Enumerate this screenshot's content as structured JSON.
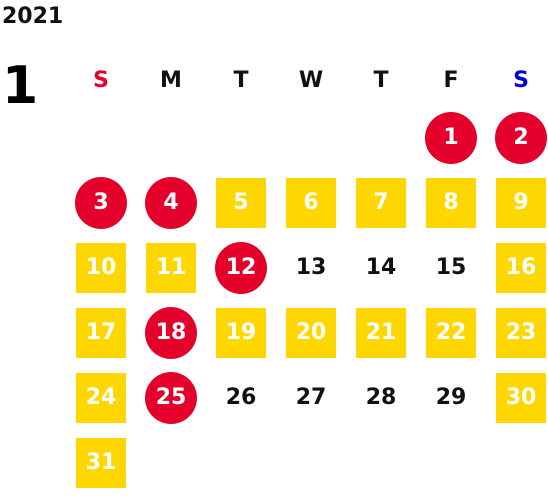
{
  "calendar": {
    "year": "2021",
    "month": "1",
    "weekdays": [
      {
        "label": "S",
        "color": "#e5002b"
      },
      {
        "label": "M",
        "color": "#111111"
      },
      {
        "label": "T",
        "color": "#111111"
      },
      {
        "label": "W",
        "color": "#111111"
      },
      {
        "label": "T",
        "color": "#111111"
      },
      {
        "label": "F",
        "color": "#111111"
      },
      {
        "label": "S",
        "color": "#0000e0"
      }
    ],
    "leading_blanks": 5,
    "days": [
      {
        "day": "1",
        "style": "red"
      },
      {
        "day": "2",
        "style": "red"
      },
      {
        "day": "3",
        "style": "red"
      },
      {
        "day": "4",
        "style": "red"
      },
      {
        "day": "5",
        "style": "yellow"
      },
      {
        "day": "6",
        "style": "yellow"
      },
      {
        "day": "7",
        "style": "yellow"
      },
      {
        "day": "8",
        "style": "yellow"
      },
      {
        "day": "9",
        "style": "yellow"
      },
      {
        "day": "10",
        "style": "yellow"
      },
      {
        "day": "11",
        "style": "yellow"
      },
      {
        "day": "12",
        "style": "red"
      },
      {
        "day": "13",
        "style": "plain"
      },
      {
        "day": "14",
        "style": "plain"
      },
      {
        "day": "15",
        "style": "plain"
      },
      {
        "day": "16",
        "style": "yellow"
      },
      {
        "day": "17",
        "style": "yellow"
      },
      {
        "day": "18",
        "style": "red"
      },
      {
        "day": "19",
        "style": "yellow"
      },
      {
        "day": "20",
        "style": "yellow"
      },
      {
        "day": "21",
        "style": "yellow"
      },
      {
        "day": "22",
        "style": "yellow"
      },
      {
        "day": "23",
        "style": "yellow"
      },
      {
        "day": "24",
        "style": "yellow"
      },
      {
        "day": "25",
        "style": "red"
      },
      {
        "day": "26",
        "style": "plain"
      },
      {
        "day": "27",
        "style": "plain"
      },
      {
        "day": "28",
        "style": "plain"
      },
      {
        "day": "29",
        "style": "plain"
      },
      {
        "day": "30",
        "style": "yellow"
      },
      {
        "day": "31",
        "style": "yellow"
      }
    ],
    "colors": {
      "red": "#e5002b",
      "yellow": "#ffd700"
    }
  }
}
